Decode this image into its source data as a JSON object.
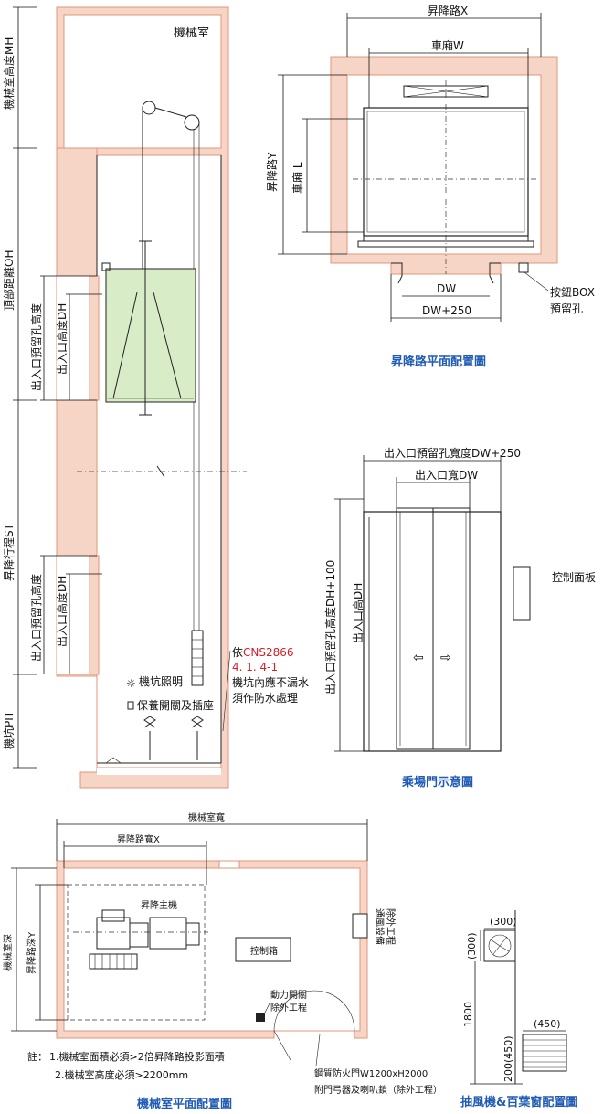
{
  "section": {
    "machine_room": "機械室",
    "machine_room_height": "機械室高度MH",
    "top_clearance": "頂部距離OH",
    "travel": "昇降行程ST",
    "pit": "機坑PIT",
    "rough_opening_height": "出入口預留孔高度",
    "entrance_height": "出入口高度DH",
    "cns_prefix": "依",
    "cns_code": "CNS2866",
    "cns_clause": "4. 1. 4-1",
    "waterproof_line1": "機坑內應不漏水",
    "waterproof_line2": "須作防水處理",
    "pit_light": "機坑照明",
    "pit_switch": "保養開關及插座"
  },
  "hoistway_plan": {
    "title": "昇降路平面配置圖",
    "width_x": "昇降路X",
    "car_width": "車廂W",
    "depth_y": "昇降路Y",
    "car_depth": "車廂 L",
    "dw": "DW",
    "dw250": "DW+250",
    "button_box": "按鈕BOX",
    "reserve_hole": "預留孔"
  },
  "landing_door": {
    "title": "乘場門示意圖",
    "rough_width": "出入口預留孔寬度DW+250",
    "entrance_width": "出入口寬DW",
    "rough_height": "出入口預留孔高度DH+100",
    "entrance_height": "出入口高DH",
    "control_panel": "控制面板"
  },
  "machine_room_plan": {
    "title": "機械室平面配置圖",
    "room_width": "機械室寬",
    "hoistway_width": "昇降路寬X",
    "room_depth": "機械室深",
    "hoistway_depth": "昇降路深Y",
    "traction_machine": "昇降主機",
    "control_cabinet": "控制箱",
    "ventilation_1": "通風設備",
    "ventilation_2": "除外工程",
    "power_switch_1": "動力開關",
    "power_switch_2": "除外工程",
    "note_prefix": "註：",
    "note1": "1.機械室面積必須>2倍昇降路投影面積",
    "note2": "2.機械室高度必須>2200mm",
    "door_line1": "鋼質防火門W1200xH2000",
    "door_line2": "附門弓器及喇叭鎖（除外工程）"
  },
  "fan_plan": {
    "title": "抽風機&百葉窗配置圖",
    "fan_w": "(300)",
    "fan_h": "(300)",
    "height_1800": "1800",
    "louver_w": "(450)",
    "louver_h": "200(450)"
  },
  "colors": {
    "caption": "#1f5bb5",
    "wall": "#f6d5c6",
    "car": "#d9ecc8",
    "red_text": "#d0202a"
  }
}
